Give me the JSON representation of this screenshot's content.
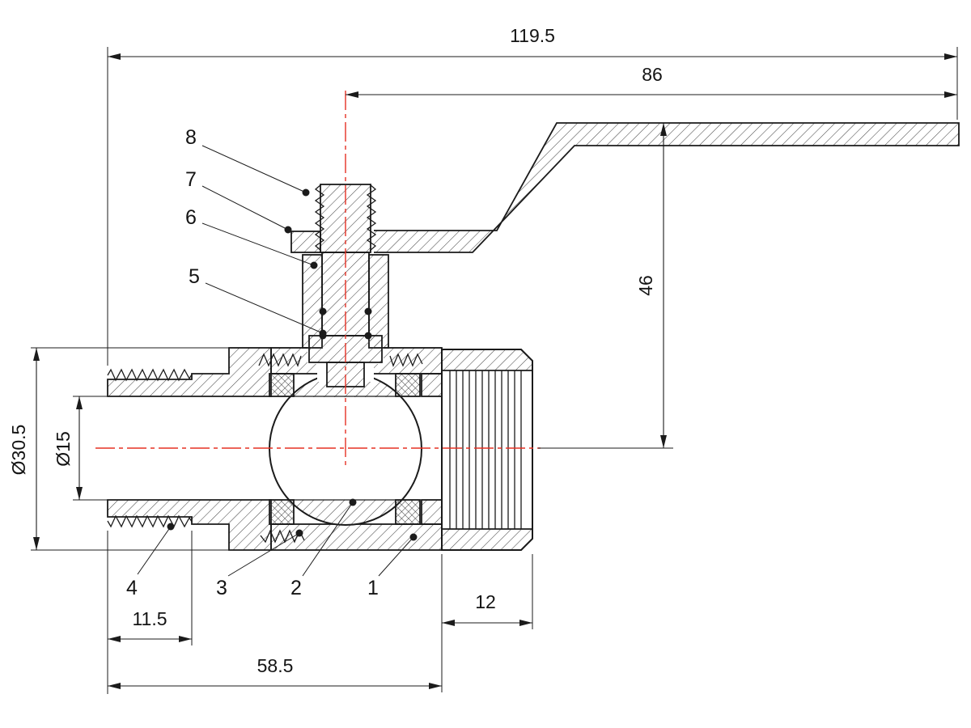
{
  "colors": {
    "line": "#1b1b1b",
    "centerline": "#e53024",
    "hatch": "#4a4a4a",
    "background": "#ffffff"
  },
  "dimensions": {
    "overall_length": "119.5",
    "handle_length": "86",
    "handle_height": "46",
    "body_outer_diameter": "Ø30.5",
    "bore_diameter": "Ø15",
    "male_thread_length": "11.5",
    "female_thread_length": "12",
    "body_length": "58.5"
  },
  "callouts": {
    "item_1": "1",
    "item_2": "2",
    "item_3": "3",
    "item_4": "4",
    "item_5": "5",
    "item_6": "6",
    "item_7": "7",
    "item_8": "8"
  }
}
